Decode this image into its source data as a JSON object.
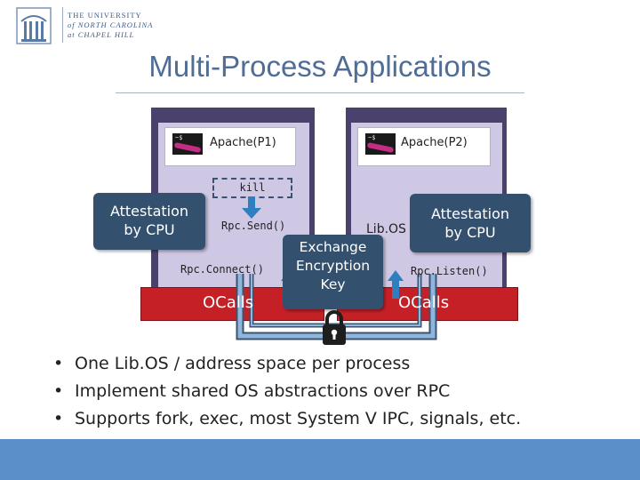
{
  "header": {
    "logo_line1": "THE UNIVERSITY",
    "logo_line2": "of NORTH CAROLINA",
    "logo_line3": "at CHAPEL HILL",
    "title": "Multi-Process Applications"
  },
  "diagram": {
    "process1": {
      "app_label": "Apache(P1)",
      "kill_label": "kill",
      "rpc_send": "Rpc.Send()",
      "rpc_connect": "Rpc.Connect()",
      "ocalls": "OCalls"
    },
    "process2": {
      "app_label": "Apache(P2)",
      "libos": "Lib.OS",
      "rpc_listen": "Rpc.Listen()",
      "ocalls": "OCalls"
    },
    "attestation_left": [
      "Attestation",
      "by CPU"
    ],
    "attestation_right": [
      "Attestation",
      "by CPU"
    ],
    "exchange_key": [
      "Exchange",
      "Encryption",
      "Key"
    ],
    "terminal_prompt": "~$"
  },
  "bullets": [
    "One Lib.OS / address space  per process",
    "Implement shared OS abstractions over RPC",
    "Supports fork, exec, most System V IPC, signals, etc."
  ],
  "bullet_glyph": "•",
  "colors": {
    "title": "#4f6d96",
    "process_border": "#4a416d",
    "process_fill": "#cfc8e4",
    "ocalls": "#c62027",
    "callout": "#33506e",
    "channel": "#2f7fc0",
    "footer": "#5b8fc9"
  },
  "icons": [
    "unc-seal-icon",
    "terminal-icon",
    "lock-icon",
    "arrow-down-icon"
  ]
}
